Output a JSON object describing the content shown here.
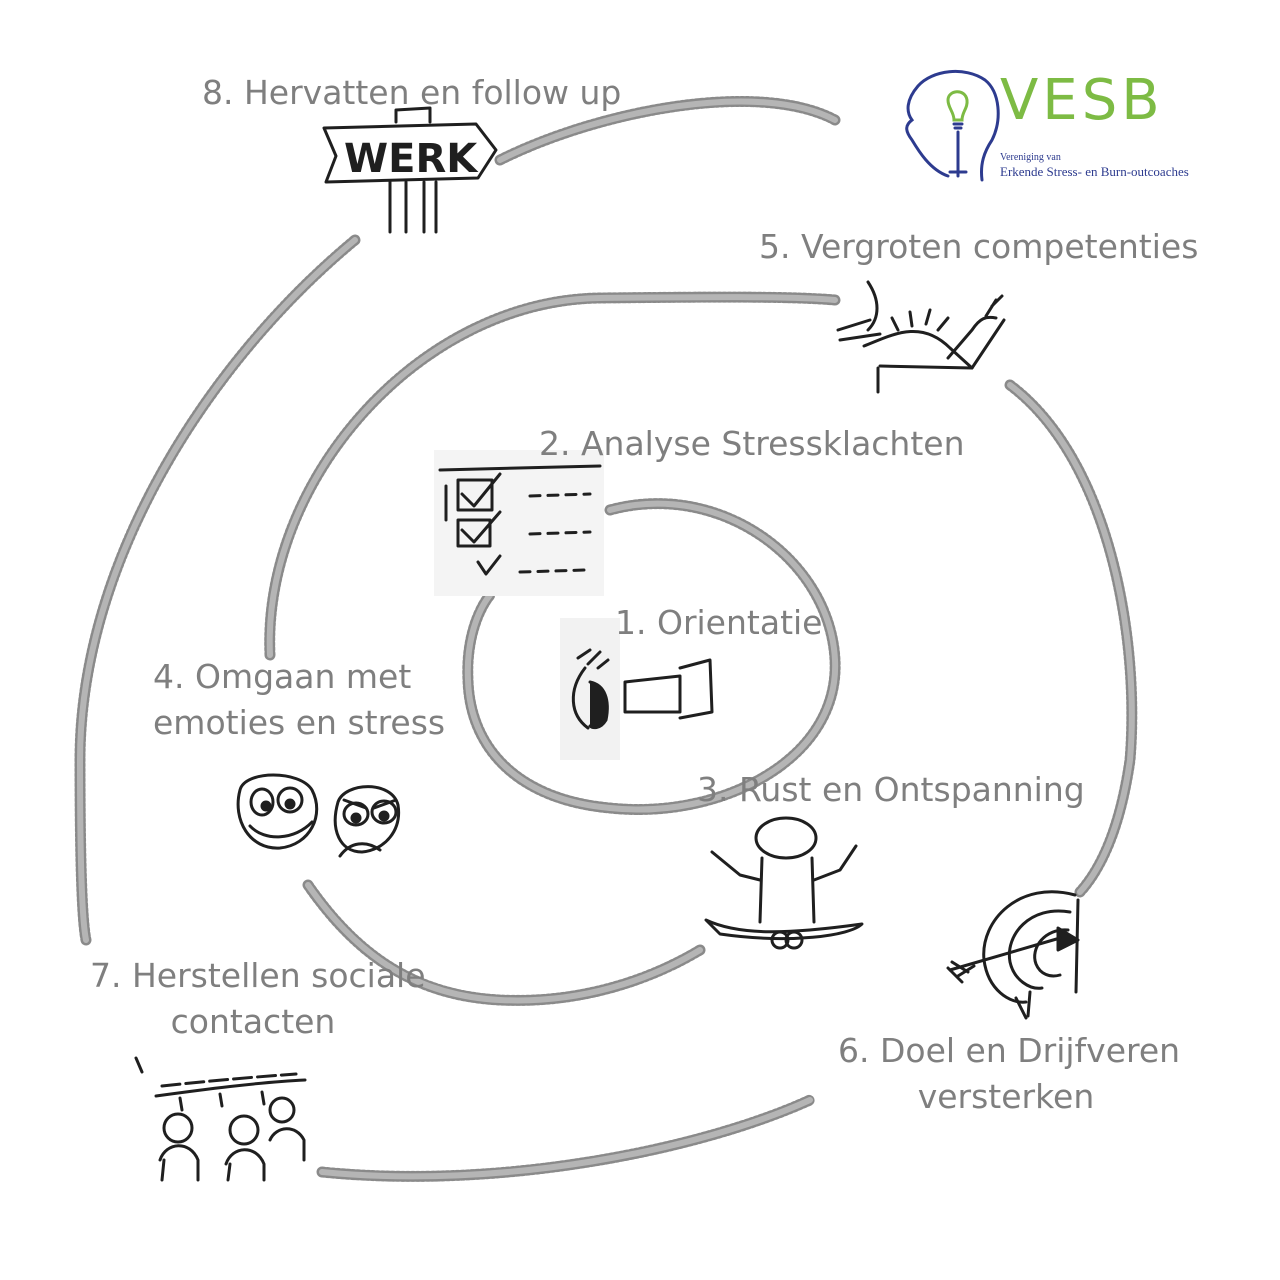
{
  "steps": [
    {
      "id": "step1",
      "label": "1. Orientatie"
    },
    {
      "id": "step2",
      "label": "2. Analyse Stressklachten"
    },
    {
      "id": "step3",
      "label": "3. Rust en Ontspanning"
    },
    {
      "id": "step4",
      "label_lines": [
        "4. Omgaan met",
        "emoties en stress"
      ]
    },
    {
      "id": "step5",
      "label": "5. Vergroten competenties"
    },
    {
      "id": "step6",
      "label_lines": [
        "6. Doel en Drijfveren",
        "versterken"
      ]
    },
    {
      "id": "step7",
      "label_lines": [
        "7. Herstellen sociale",
        "contacten"
      ]
    },
    {
      "id": "step8",
      "label": "8. Hervatten en follow up"
    }
  ],
  "signpost_text": "WERK",
  "logo": {
    "name": "VESB",
    "line1": "Vereniging van",
    "line2": "Erkende Stress- en Burn-outcoaches",
    "colors": {
      "green": "#7dbb44",
      "blue": "#2d3b8f"
    }
  },
  "colors": {
    "label": "#7f7f7f",
    "path": "#8a8a8a",
    "sketch": "#1f1f1f"
  },
  "icons": [
    "eye-telescope-icon",
    "checklist-icon",
    "meditation-icon",
    "emotion-faces-icon",
    "muscle-arm-icon",
    "target-arrow-icon",
    "people-group-icon",
    "signpost-icon"
  ]
}
